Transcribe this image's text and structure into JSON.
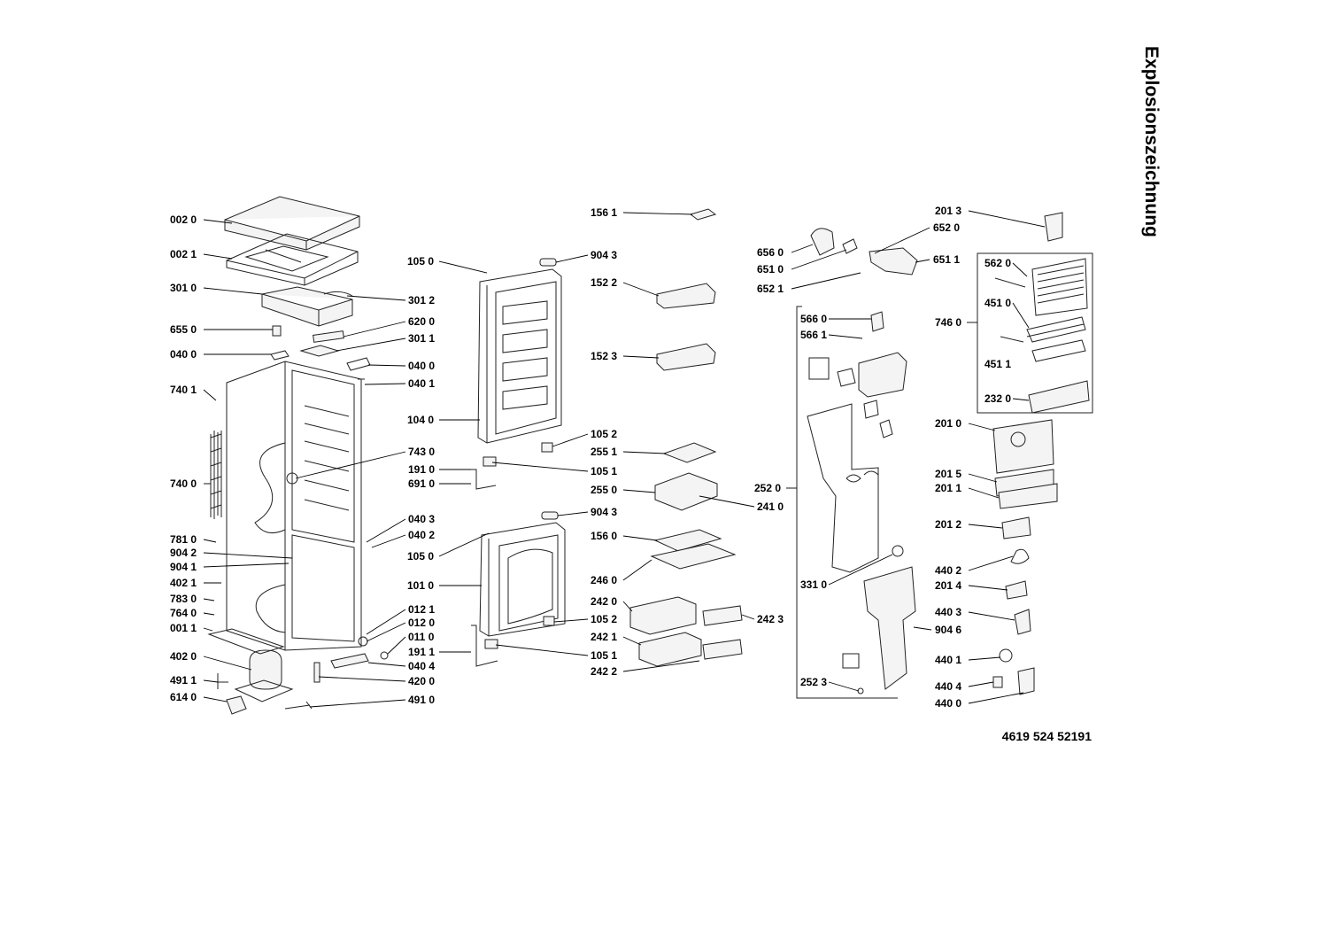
{
  "title": "Explosionszeichnung",
  "document_number": "4619 524 52191",
  "parts": [
    "002 0",
    "002 1",
    "301 0",
    "301 2",
    "620 0",
    "301 1",
    "655 0",
    "040 0",
    "040 0",
    "040 1",
    "740 1",
    "740 0",
    "743 0",
    "191 0",
    "691 0",
    "040 3",
    "040 2",
    "781 0",
    "904 2",
    "904 1",
    "402 1",
    "783 0",
    "764 0",
    "001 1",
    "402 0",
    "491 1",
    "614 0",
    "012 1",
    "012 0",
    "011 0",
    "191 1",
    "040 4",
    "420 0",
    "491 0",
    "105 0",
    "904 3",
    "104 0",
    "105 2",
    "105 1",
    "904 3",
    "105 0",
    "101 0",
    "105 2",
    "105 1",
    "156 1",
    "152 2",
    "152 3",
    "255 1",
    "255 0",
    "241 0",
    "156 0",
    "246 0",
    "242 0",
    "242 1",
    "242 2",
    "242 3",
    "656 0",
    "651 0",
    "652 1",
    "652 0",
    "651 1",
    "566 0",
    "566 1",
    "252 0",
    "331 0",
    "252 3",
    "201 3",
    "562 0",
    "451 0",
    "451 1",
    "232 0",
    "746 0",
    "201 0",
    "201 5",
    "201 1",
    "201 2",
    "440 2",
    "201 4",
    "440 3",
    "904 6",
    "440 1",
    "440 4",
    "440 0"
  ]
}
